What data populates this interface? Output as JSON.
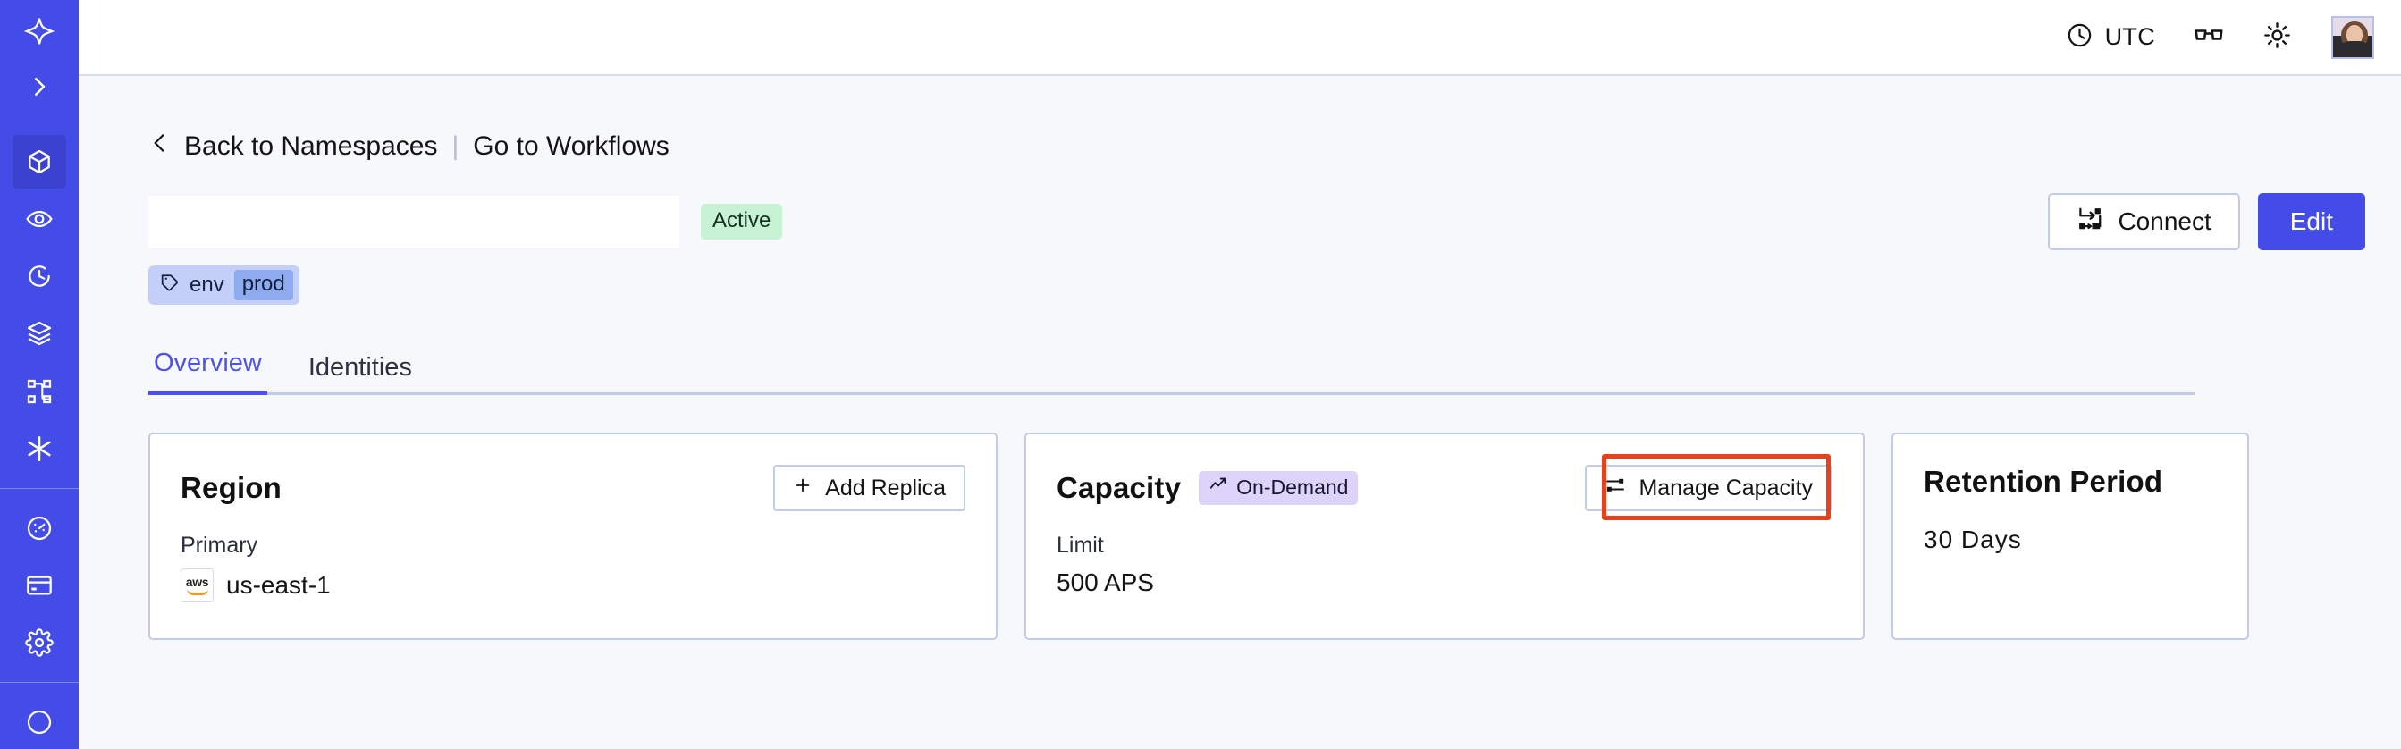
{
  "sidebar": {
    "items": [
      {
        "name": "temporal-logo",
        "icon": "compass-star-icon"
      },
      {
        "name": "expand-nav",
        "icon": "chevron-right-icon"
      },
      {
        "name": "namespaces",
        "icon": "cube-icon",
        "active": true
      },
      {
        "name": "observability",
        "icon": "eye-icon"
      },
      {
        "name": "schedules",
        "icon": "clock-history-icon"
      },
      {
        "name": "layers",
        "icon": "stack-layers-icon"
      },
      {
        "name": "workflows",
        "icon": "git-branch-icon"
      },
      {
        "name": "nexus",
        "icon": "asterisk-icon"
      },
      {
        "name": "usage",
        "icon": "gauge-icon"
      },
      {
        "name": "billing",
        "icon": "credit-card-icon"
      },
      {
        "name": "settings",
        "icon": "gear-icon"
      }
    ]
  },
  "topbar": {
    "timezone": "UTC",
    "clock_icon": "clock-icon",
    "glasses_icon": "glasses-icon",
    "theme_icon": "sun-icon",
    "avatar_alt": "user-avatar"
  },
  "breadcrumb": {
    "back_icon": "chevron-left-icon",
    "back_label": "Back to Namespaces",
    "separator": "|",
    "forward_label": "Go to Workflows"
  },
  "header": {
    "namespace_title": "",
    "status_badge": "Active",
    "connect_label": "Connect",
    "connect_icon": "connection-flow-icon",
    "edit_label": "Edit",
    "tag": {
      "icon": "tag-icon",
      "key": "env",
      "value": "prod"
    }
  },
  "tabs": [
    {
      "label": "Overview",
      "active": true
    },
    {
      "label": "Identities",
      "active": false
    }
  ],
  "cards": {
    "region": {
      "title": "Region",
      "button_label": "Add Replica",
      "button_icon": "plus-icon",
      "sublabel": "Primary",
      "provider_icon": "aws-logo",
      "value": "us-east-1"
    },
    "capacity": {
      "title": "Capacity",
      "badge_label": "On-Demand",
      "badge_icon": "trending-up-icon",
      "button_label": "Manage Capacity",
      "button_icon": "sliders-icon",
      "sublabel": "Limit",
      "value": "500 APS"
    },
    "retention": {
      "title": "Retention Period",
      "value": "30 Days"
    }
  },
  "colors": {
    "sidebar": "#444CE7",
    "accent": "#444CE7",
    "page_bg": "#F7F8FC",
    "active_badge_bg": "#C8F2D4",
    "ondemand_badge_bg": "#DCD4FA",
    "tag_bg": "#C3CFF8",
    "tag_value_bg": "#8FABF0",
    "annotation": "#E8411E"
  }
}
